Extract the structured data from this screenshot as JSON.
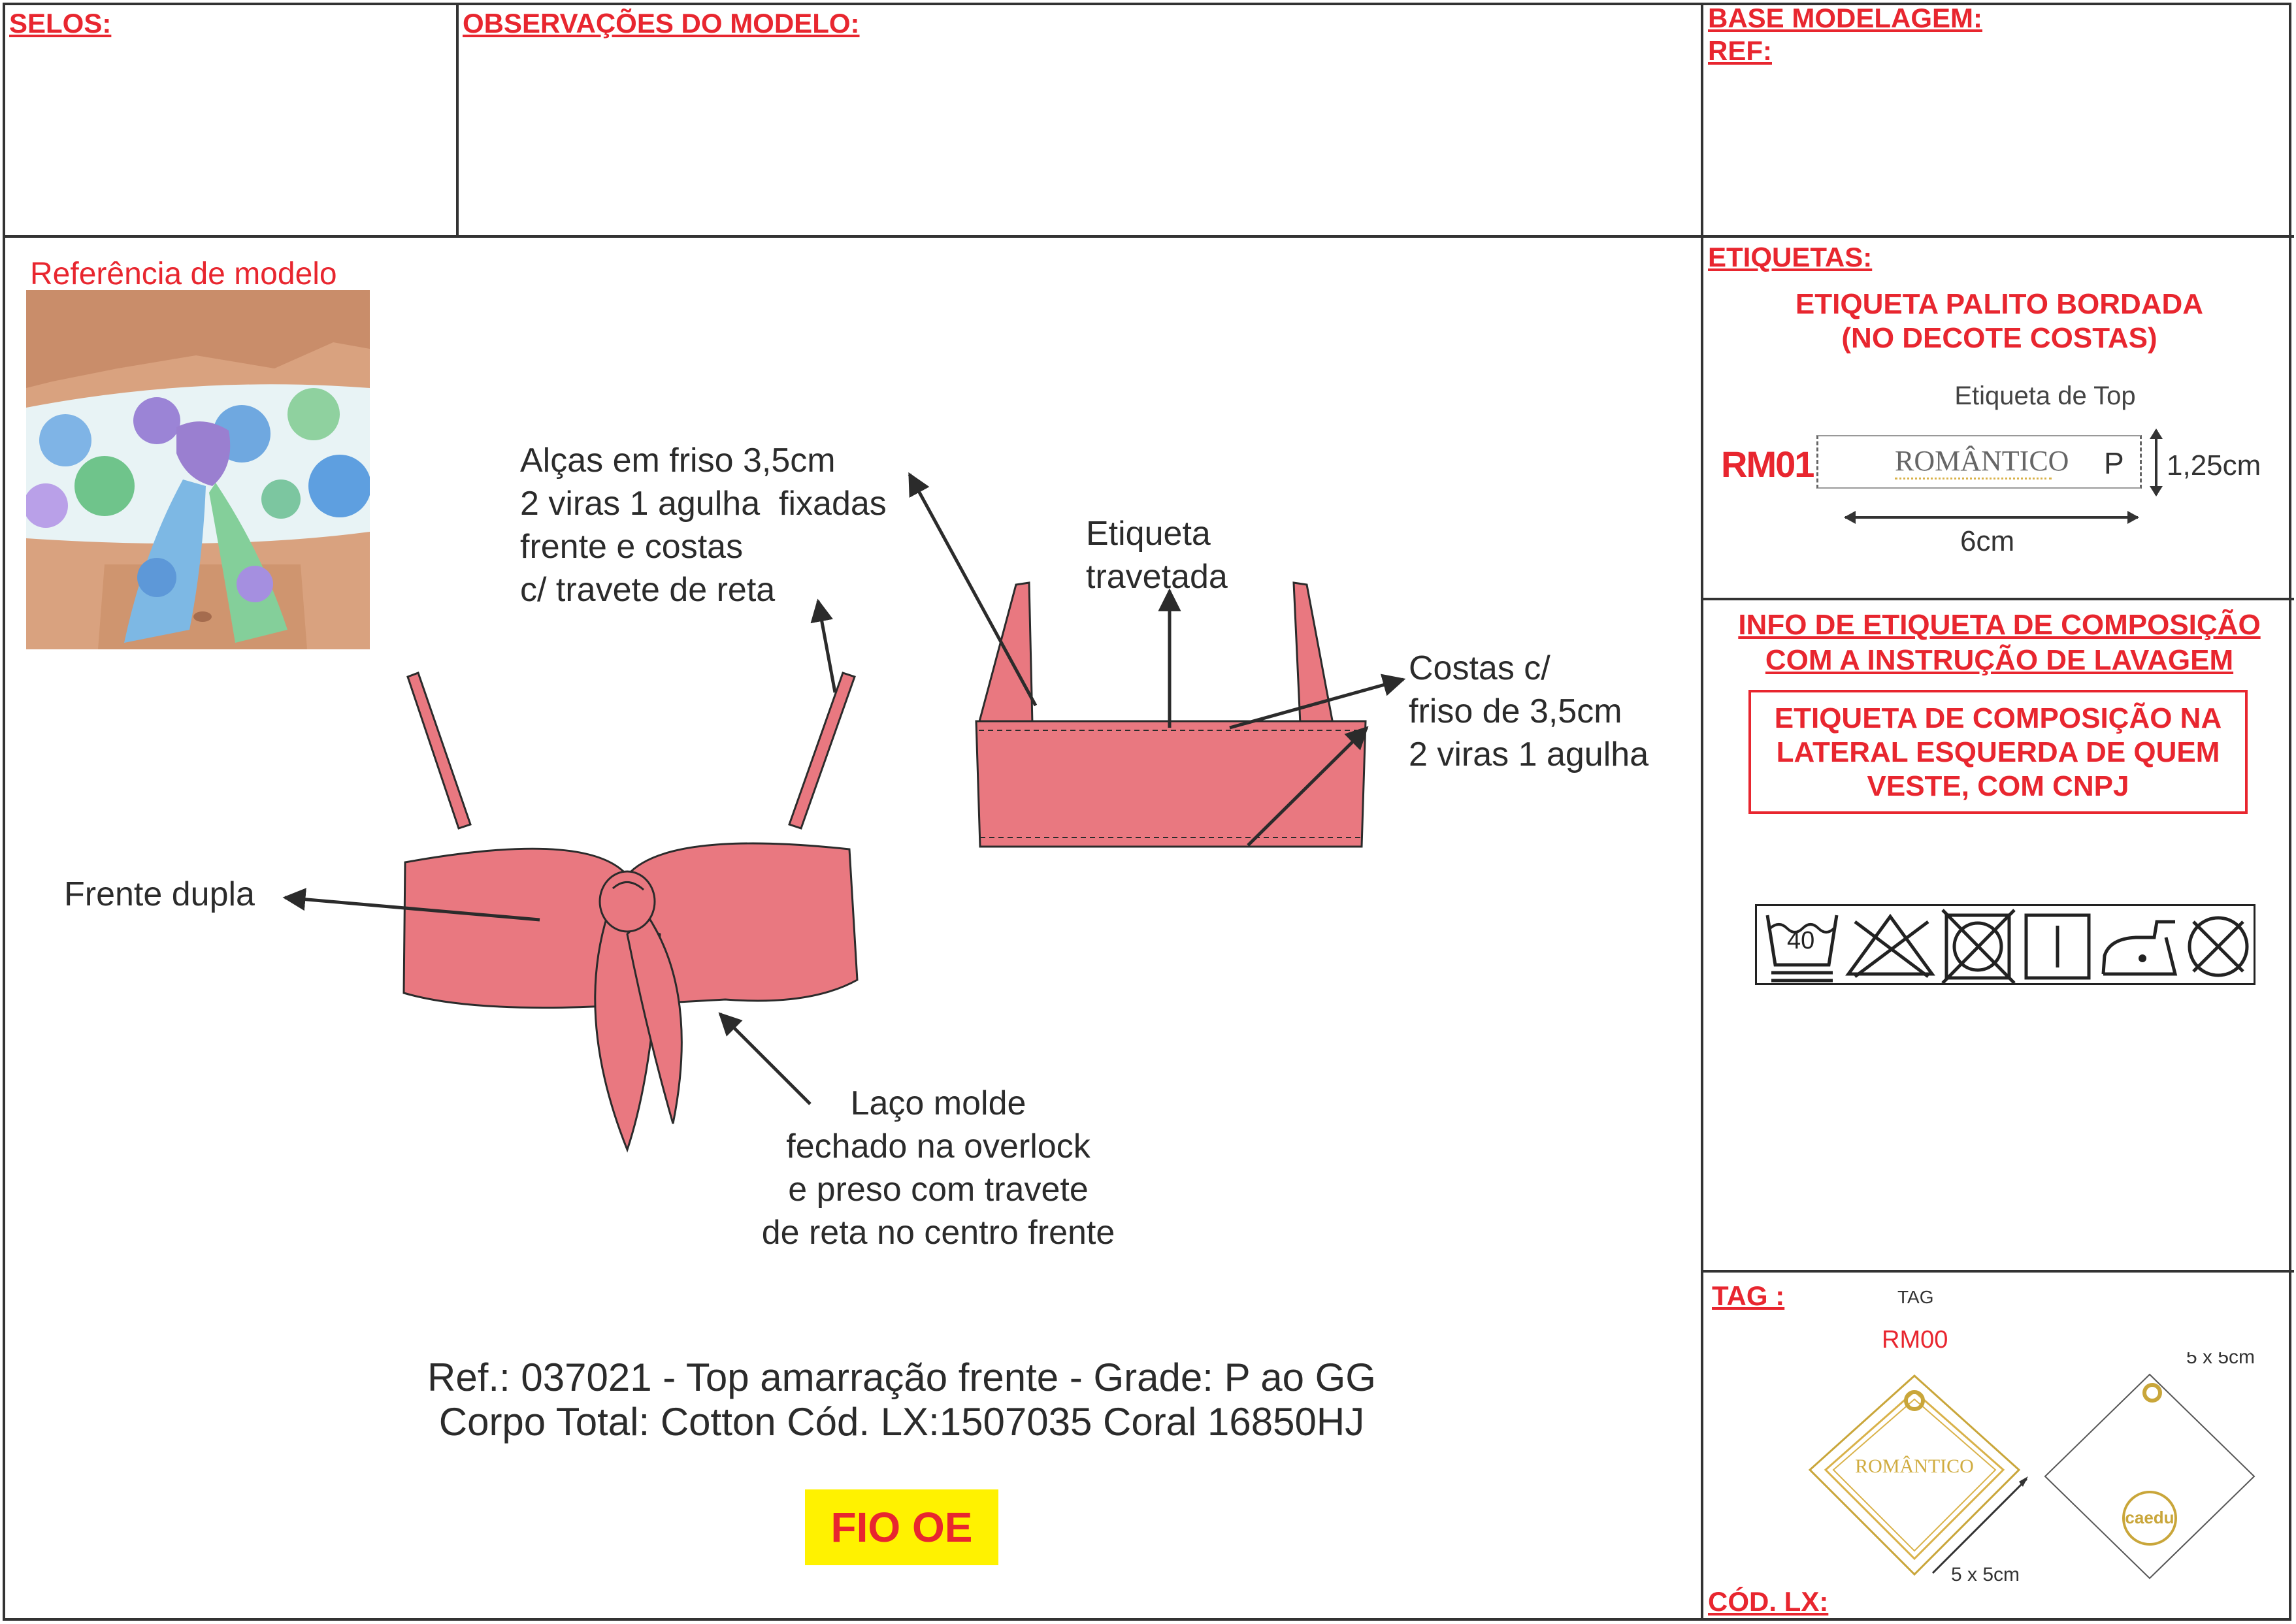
{
  "header": {
    "selos_label": "SELOS:",
    "observacoes_label": "OBSERVAÇÕES DO MODELO:",
    "base_modelagem_label": "BASE MODELAGEM:",
    "ref_label": "REF:"
  },
  "left": {
    "reference_label": "Referência de modelo",
    "notes": {
      "alcas": "Alças em friso 3,5cm\n2 viras 1 agulha  fixadas\nfrente e costas\nc/ travete de reta",
      "etiqueta_travetada": "Etiqueta\ntravetada",
      "costas": "Costas c/\nfriso de 3,5cm\n2 viras 1 agulha",
      "frente_dupla": "Frente dupla",
      "laco": "Laço molde\nfechado na overlock\ne preso com travete\nde reta no centro frente"
    },
    "ref_line1": "Ref.: 037021 - Top amarração frente -  Grade: P ao GG",
    "ref_line2": "Corpo Total: Cotton Cód. LX:1507035 Coral 16850HJ",
    "fio_label": "FIO OE"
  },
  "right": {
    "etiquetas_label": "ETIQUETAS:",
    "palito_title": "ETIQUETA PALITO BORDADA\n(NO DECOTE COSTAS)",
    "label_top_caption": "Etiqueta de Top",
    "label_code": "RM01",
    "label_brand": "ROMÂNTICO",
    "label_size": "P",
    "label_height": "1,25cm",
    "label_width": "6cm",
    "composicao_title": "INFO DE ETIQUETA DE COMPOSIÇÃO\nCOM A INSTRUÇÃO DE LAVAGEM",
    "composicao_box": "ETIQUETA DE COMPOSIÇÃO NA\nLATERAL ESQUERDA DE QUEM\nVESTE, COM CNPJ",
    "wash_temp": "40",
    "tag_label": "TAG :",
    "tag_small": "TAG",
    "tag_code": "RM00",
    "tag_brand": "ROMÂNTICO",
    "tag_size_front": "5 x 5cm",
    "tag_size_back": "5 x 5cm",
    "tag_back_brand": "caedu",
    "cod_lx_label": "CÓD. LX:"
  },
  "colors": {
    "accent_red": "#e8262f",
    "garment_pink": "#e97880",
    "fio_yellow": "#fff200"
  }
}
